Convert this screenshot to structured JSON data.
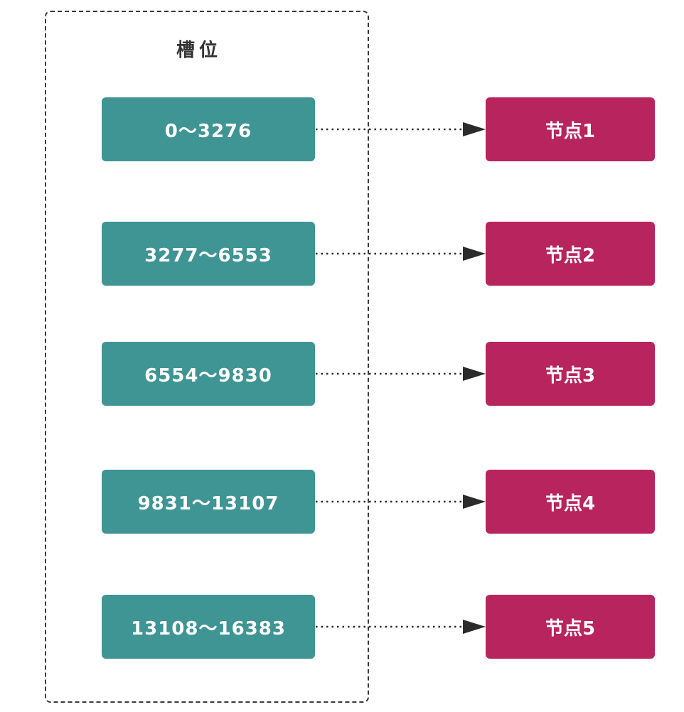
{
  "group": {
    "title": "槽位"
  },
  "slots": [
    {
      "label": "0～3276"
    },
    {
      "label": "3277～6553"
    },
    {
      "label": "6554～9830"
    },
    {
      "label": "9831～13107"
    },
    {
      "label": "13108～16383"
    }
  ],
  "nodes": [
    {
      "label": "节点1"
    },
    {
      "label": "节点2"
    },
    {
      "label": "节点3"
    },
    {
      "label": "节点4"
    },
    {
      "label": "节点5"
    }
  ],
  "colors": {
    "slot_fill": "#3f9494",
    "node_fill": "#b8245e",
    "frame_stroke": "#3a3a3a",
    "arrow": "#2b2b2b"
  }
}
